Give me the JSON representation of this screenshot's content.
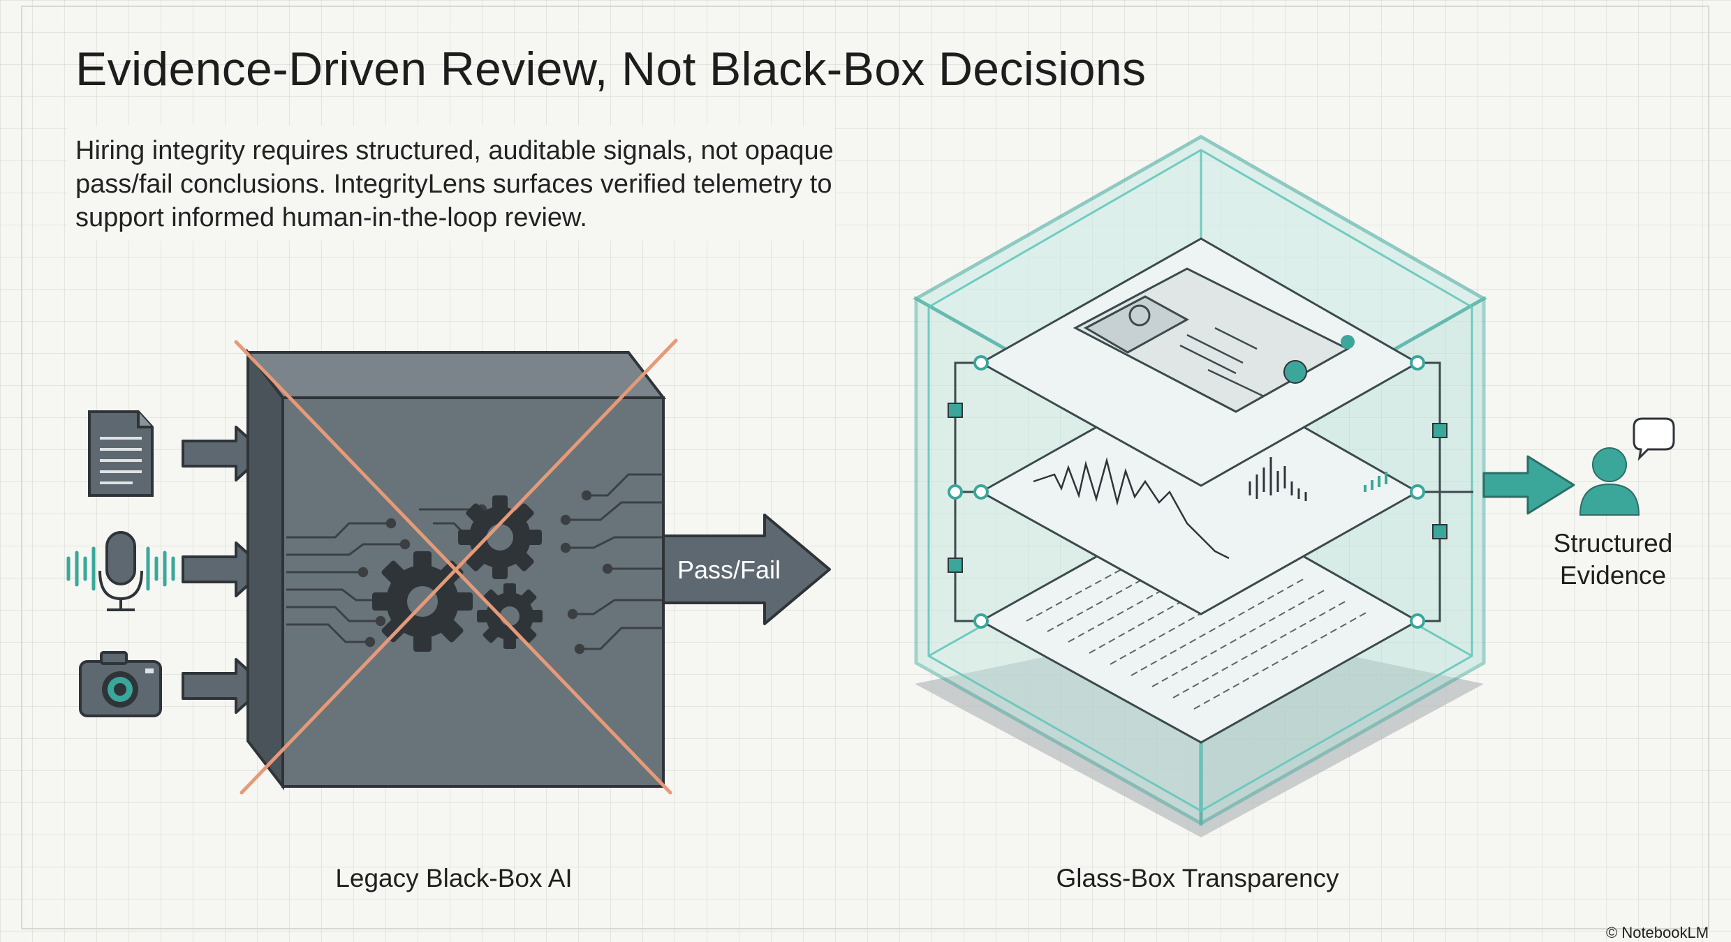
{
  "title": "Evidence-Driven Review, Not Black-Box Decisions",
  "subtitle": "Hiring integrity requires structured, auditable signals, not opaque pass/fail conclusions. IntegrityLens surfaces verified telemetry to support informed human-in-the-loop review.",
  "left_panel": {
    "caption": "Legacy Black-Box AI",
    "output_label": "Pass/Fail",
    "inputs": [
      "document-icon",
      "microphone-icon",
      "camera-icon"
    ]
  },
  "right_panel": {
    "caption": "Glass-Box Transparency",
    "output_label_line1": "Structured",
    "output_label_line2": "Evidence"
  },
  "footer": "© NotebookLM",
  "colors": {
    "teal": "#3aa79a",
    "slate": "#5e6870",
    "cross": "#e59a78",
    "ink": "#2f3438"
  }
}
